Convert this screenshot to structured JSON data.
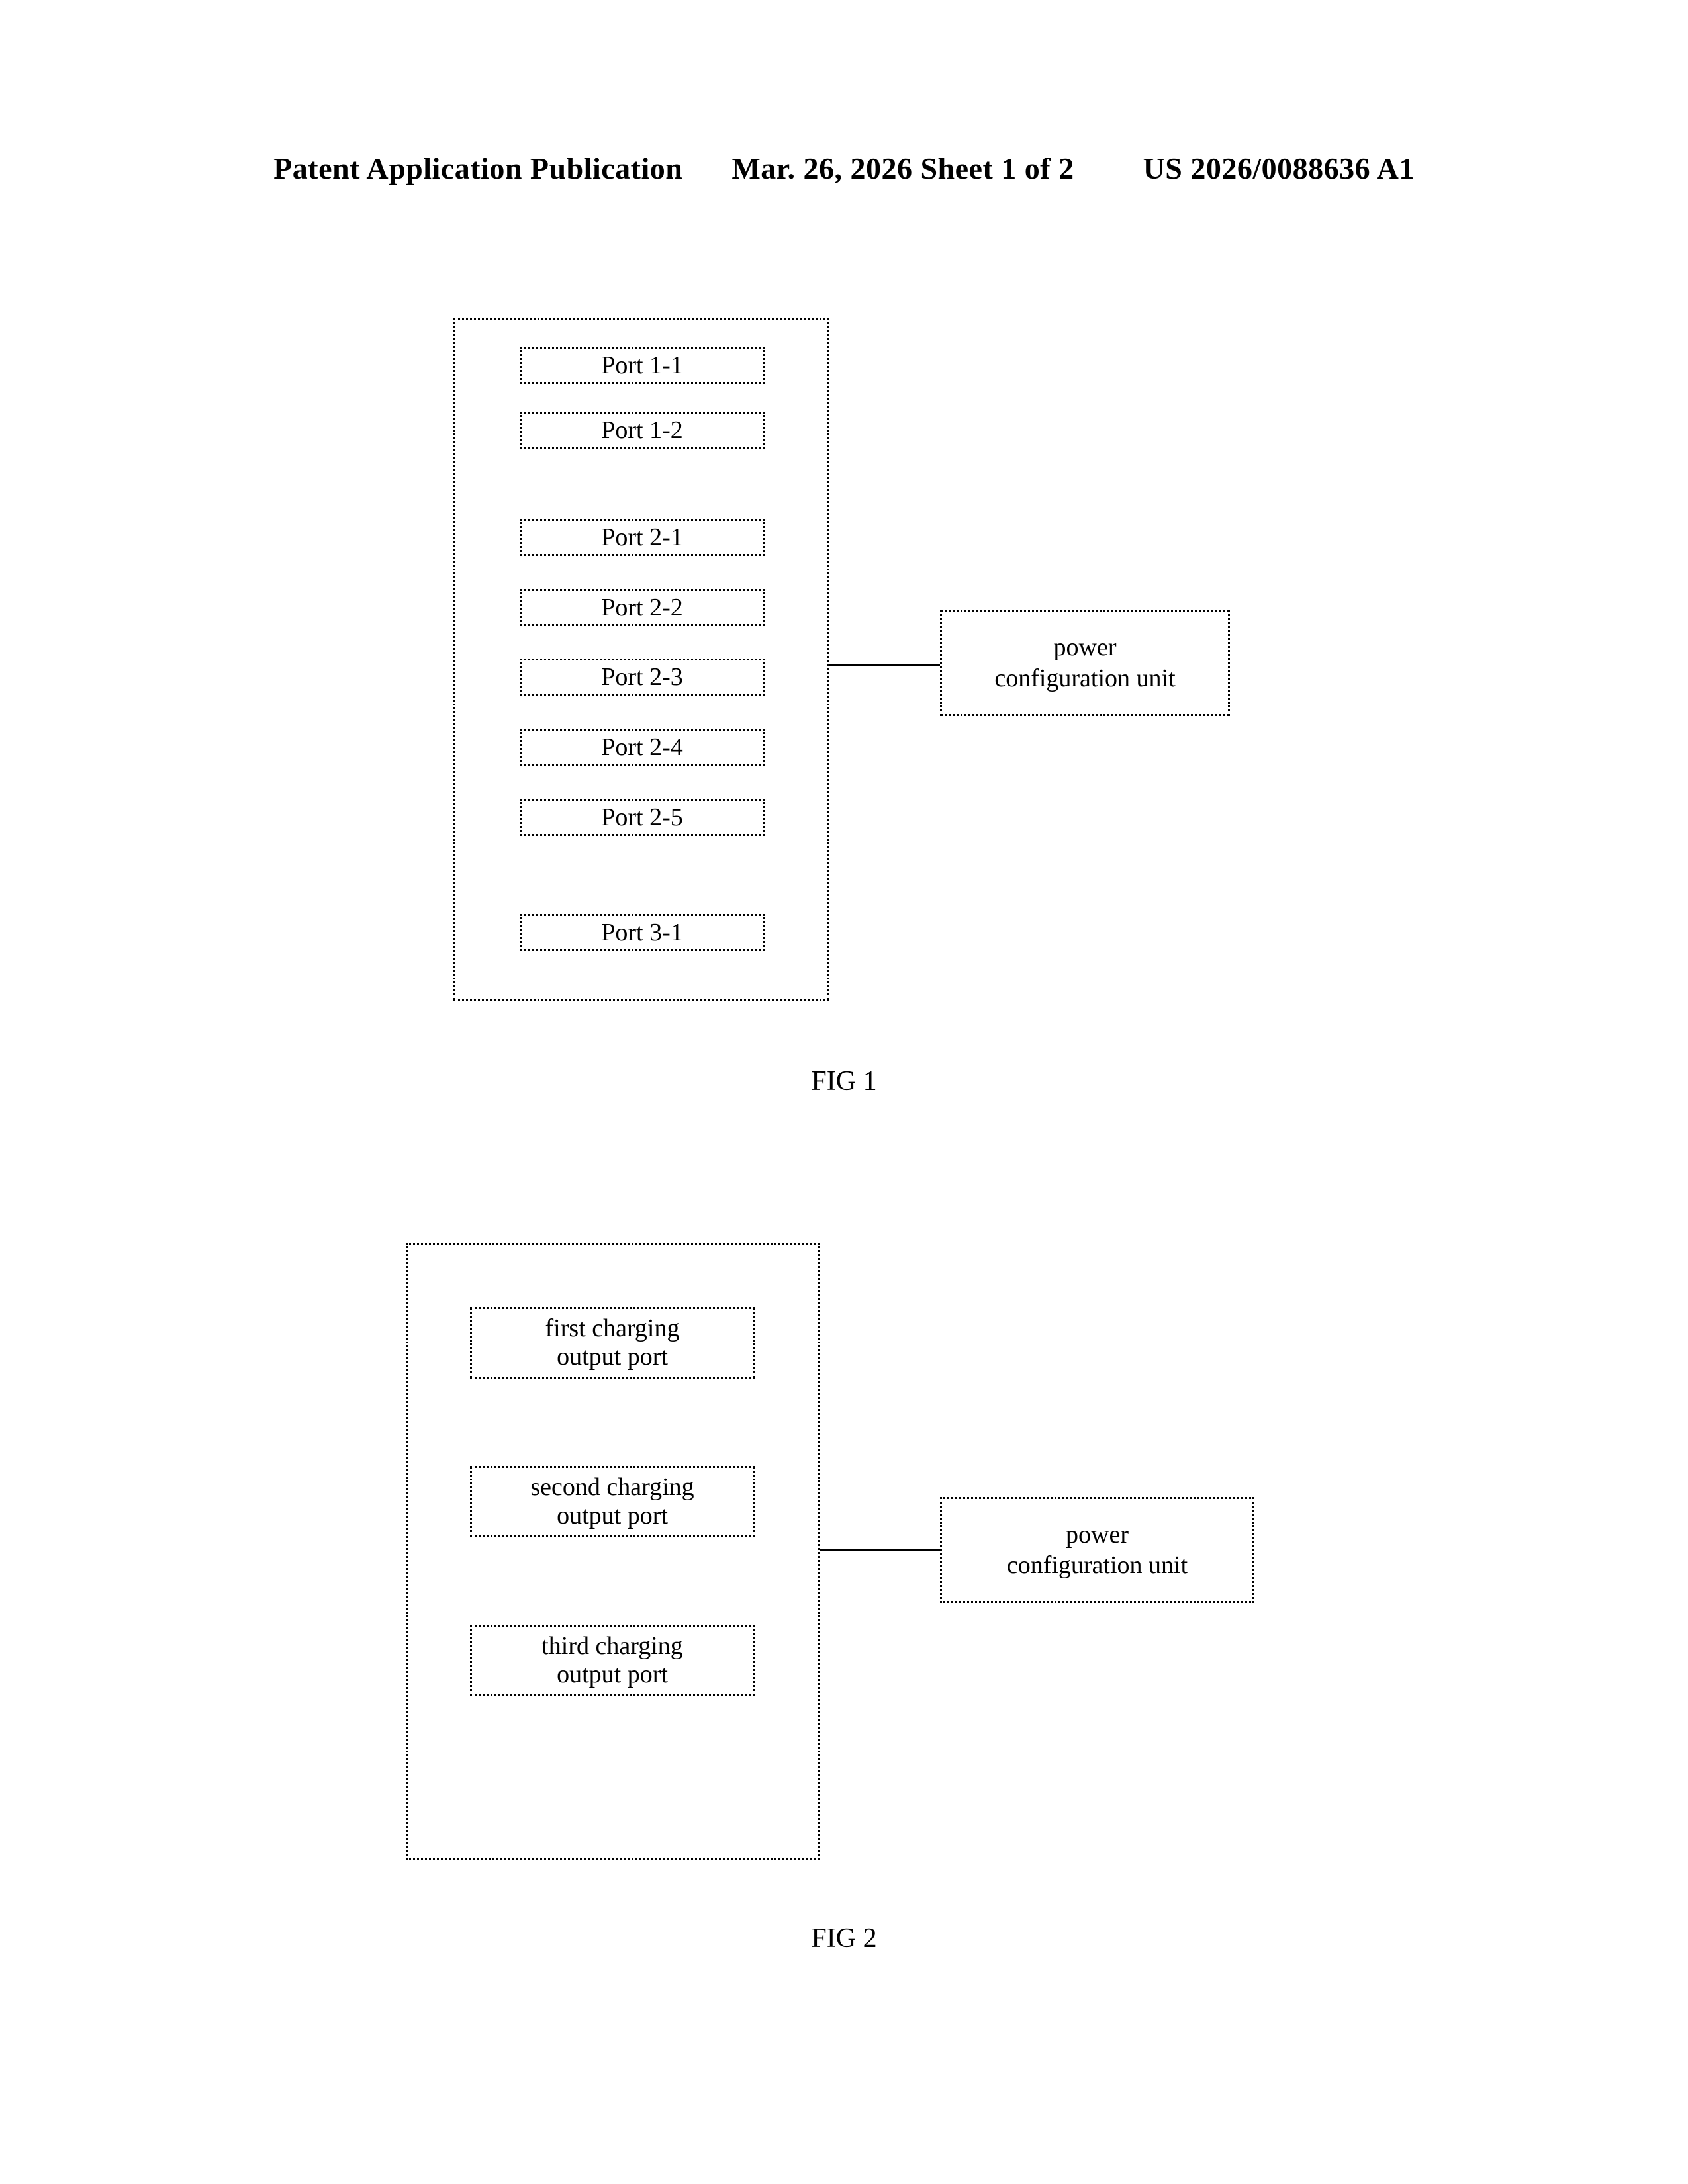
{
  "header": {
    "publication": "Patent Application Publication",
    "sheet": "Mar. 26, 2026  Sheet 1 of 2",
    "number": "US 2026/0088636 A1"
  },
  "figures": [
    {
      "caption": "FIG 1",
      "ports": [
        "Port 1-1",
        "Port 1-2",
        "Port 2-1",
        "Port 2-2",
        "Port 2-3",
        "Port 2-4",
        "Port 2-5",
        "Port 3-1"
      ],
      "unit": {
        "line1": "power",
        "line2": "configuration unit"
      }
    },
    {
      "caption": "FIG 2",
      "ports": [
        {
          "line1": "first charging",
          "line2": "output port"
        },
        {
          "line1": "second charging",
          "line2": "output port"
        },
        {
          "line1": "third charging",
          "line2": "output port"
        }
      ],
      "unit": {
        "line1": "power",
        "line2": "configuration unit"
      }
    }
  ],
  "colors": {
    "ink": "#000000",
    "paper": "#ffffff"
  }
}
